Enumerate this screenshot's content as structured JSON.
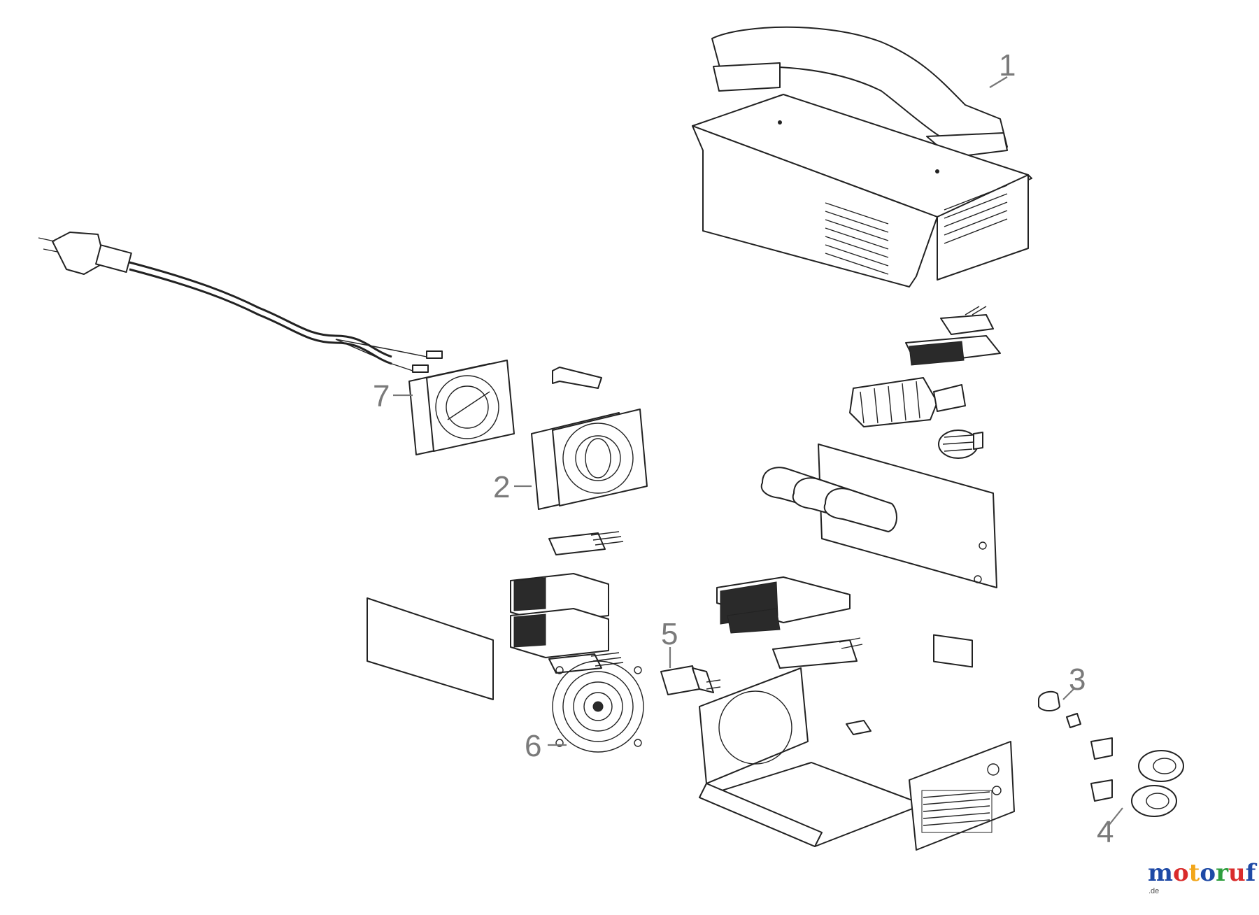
{
  "callouts": [
    {
      "id": "1",
      "label": "1"
    },
    {
      "id": "2",
      "label": "2"
    },
    {
      "id": "3",
      "label": "3"
    },
    {
      "id": "4",
      "label": "4"
    },
    {
      "id": "5",
      "label": "5"
    },
    {
      "id": "6",
      "label": "6"
    },
    {
      "id": "7",
      "label": "7"
    }
  ],
  "watermark": {
    "letters": [
      "m",
      "o",
      "t",
      "o",
      "r",
      "u",
      "f"
    ],
    "colors": [
      "#1f4aa6",
      "#d92b2b",
      "#f2a61a",
      "#1f4aa6",
      "#2e9e3e",
      "#d92b2b",
      "#1f4aa6"
    ],
    "tld": ".de"
  },
  "colors": {
    "line": "#222222",
    "callout": "#7a7a7a",
    "background": "#ffffff"
  }
}
